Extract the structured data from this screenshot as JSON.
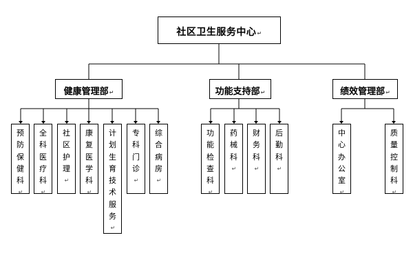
{
  "root": {
    "label": "社区卫生服务中心"
  },
  "departments": [
    {
      "label": "健康管理部",
      "units": [
        "预防保健科",
        "全科医疗科",
        "社区护理",
        "康复医学科",
        "计划生育技术服务",
        "专科门诊",
        "综合病房"
      ]
    },
    {
      "label": "功能支持部",
      "units": [
        "功能检查科",
        "药械科",
        "财务科",
        "后勤科"
      ]
    },
    {
      "label": "绩效管理部",
      "units": [
        "中心办公室",
        "质量控制科"
      ]
    }
  ],
  "paragraph_mark": "↵"
}
